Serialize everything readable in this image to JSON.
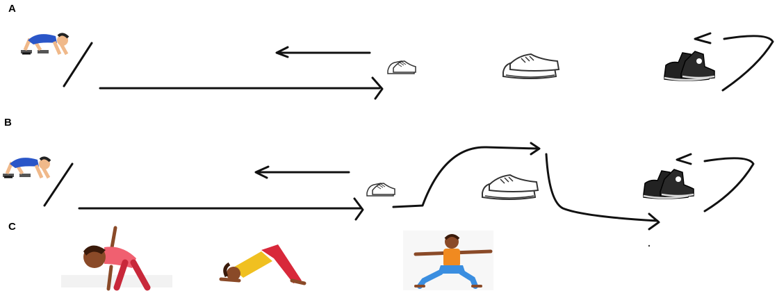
{
  "panels": {
    "a": {
      "label": "A"
    },
    "b": {
      "label": "B"
    },
    "c": {
      "label": "C"
    }
  },
  "colors": {
    "runner_shirt": "#2a56c8",
    "runner_skin": "#f0b98a",
    "shoe_dark": "#222222",
    "yoga1_shirt": "#f06070",
    "yoga1_pants": "#c8283a",
    "yoga2_shirt": "#f0c020",
    "yoga2_pants": "#d8283a",
    "yoga3_shirt": "#f08a20",
    "yoga3_pants": "#3a8ee0",
    "yoga_skin": "#8a4a28"
  },
  "icons": [
    "runner-icon",
    "finish-line-icon",
    "small-sneakers-icon",
    "white-sneakers-icon",
    "black-high-top-sneakers-icon",
    "triangle-pose-icon",
    "downward-dog-icon",
    "warrior-pose-icon"
  ]
}
